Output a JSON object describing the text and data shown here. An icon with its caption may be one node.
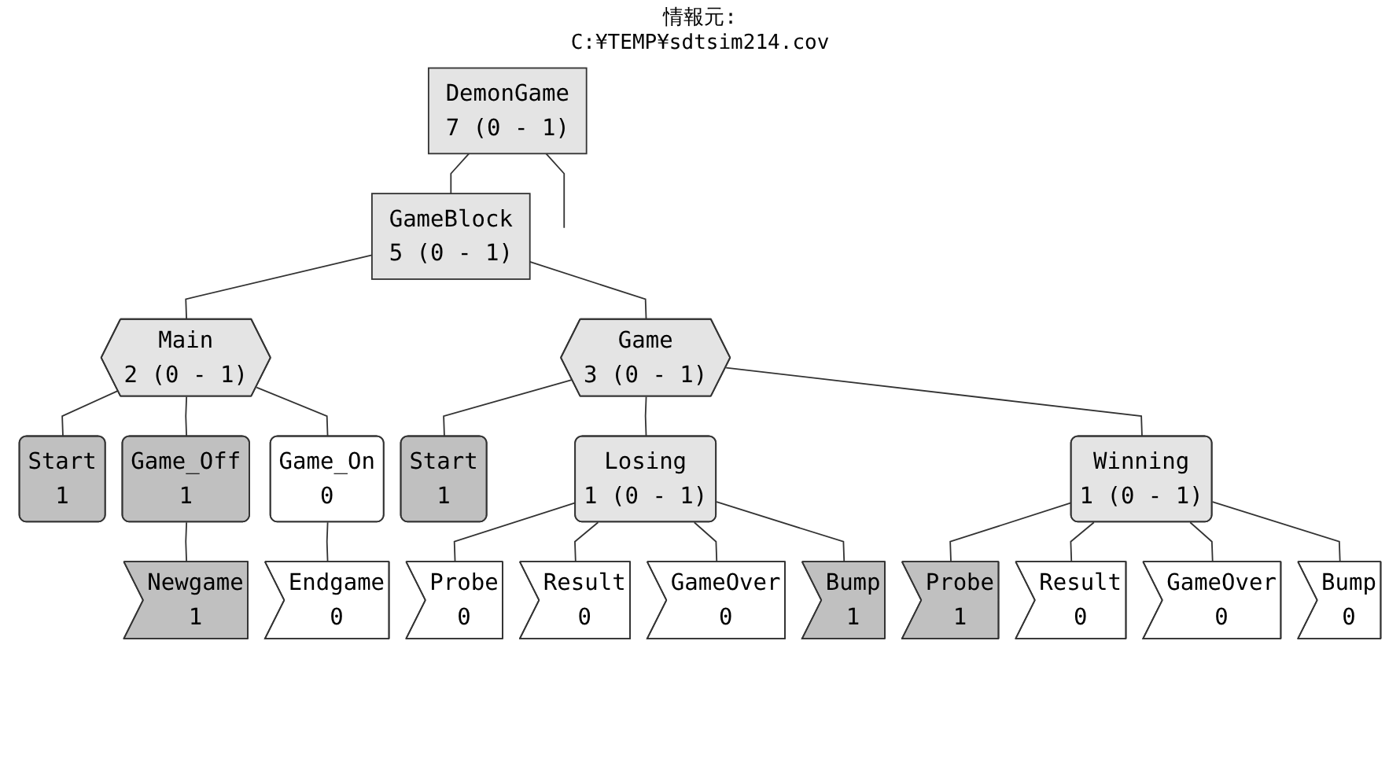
{
  "diagram": {
    "nodes": [
      {
        "text": [
          "DemonGame",
          "7 (0 - 1)"
        ]
      },
      {
        "text": [
          "GameBlock",
          "5 (0 - 1)"
        ]
      },
      {
        "text": [
          "Main",
          "2 (0 - 1)"
        ]
      },
      {
        "text": [
          "Game",
          "3 (0 - 1)"
        ]
      },
      {
        "text": [
          "Start",
          "1"
        ]
      },
      {
        "text": [
          "Game_Off",
          "1"
        ]
      },
      {
        "text": [
          "Game_On",
          "0"
        ]
      },
      {
        "text": [
          "Newgame",
          "1"
        ]
      },
      {
        "text": [
          "Endgame",
          "0"
        ]
      },
      {
        "text": [
          "Start",
          "1"
        ]
      },
      {
        "text": [
          "Losing",
          "1 (0 - 1)"
        ]
      },
      {
        "text": [
          "Winning",
          "1 (0 - 1)"
        ]
      },
      {
        "text": [
          "Probe",
          "0"
        ]
      },
      {
        "text": [
          "Result",
          "0"
        ]
      },
      {
        "text": [
          "GameOver",
          "0"
        ]
      },
      {
        "text": [
          "Bump",
          "1"
        ]
      },
      {
        "text": [
          "Probe",
          "1"
        ]
      },
      {
        "text": [
          "Result",
          "0"
        ]
      },
      {
        "text": [
          "GameOver",
          "0"
        ]
      },
      {
        "text": [
          "Bump",
          "0"
        ]
      }
    ],
    "edges": [
      {
        "from": 0,
        "to": null,
        "arrow": "none"
      },
      {
        "from": 0,
        "to": 1,
        "arrow": "none"
      },
      {
        "from": 1,
        "to": 2,
        "arrow": "none"
      },
      {
        "from": 1,
        "to": 3,
        "arrow": "none"
      },
      {
        "from": 2,
        "to": 4,
        "arrow": "none"
      },
      {
        "from": 2,
        "to": 5,
        "arrow": "none"
      },
      {
        "from": 2,
        "to": 6,
        "arrow": "none"
      },
      {
        "from": 5,
        "to": 7,
        "arrow": "none"
      },
      {
        "from": 6,
        "to": 8,
        "arrow": "none"
      },
      {
        "from": 3,
        "to": 9,
        "arrow": "none"
      },
      {
        "from": 3,
        "to": 10,
        "arrow": "none"
      },
      {
        "from": 3,
        "to": 11,
        "arrow": "none"
      },
      {
        "from": 10,
        "to": 12,
        "arrow": "none"
      },
      {
        "from": 10,
        "to": 13,
        "arrow": "none"
      },
      {
        "from": 10,
        "to": 14,
        "arrow": "none"
      },
      {
        "from": 10,
        "to": 15,
        "arrow": "none"
      },
      {
        "from": 11,
        "to": 16,
        "arrow": "none"
      },
      {
        "from": 11,
        "to": 17,
        "arrow": "none"
      },
      {
        "from": 11,
        "to": 18,
        "arrow": "none"
      },
      {
        "from": 11,
        "to": 19,
        "arrow": "none"
      }
    ],
    "labels": [
      "情報元:",
      "C:¥TEMP¥sdtsim214.cov"
    ]
  }
}
